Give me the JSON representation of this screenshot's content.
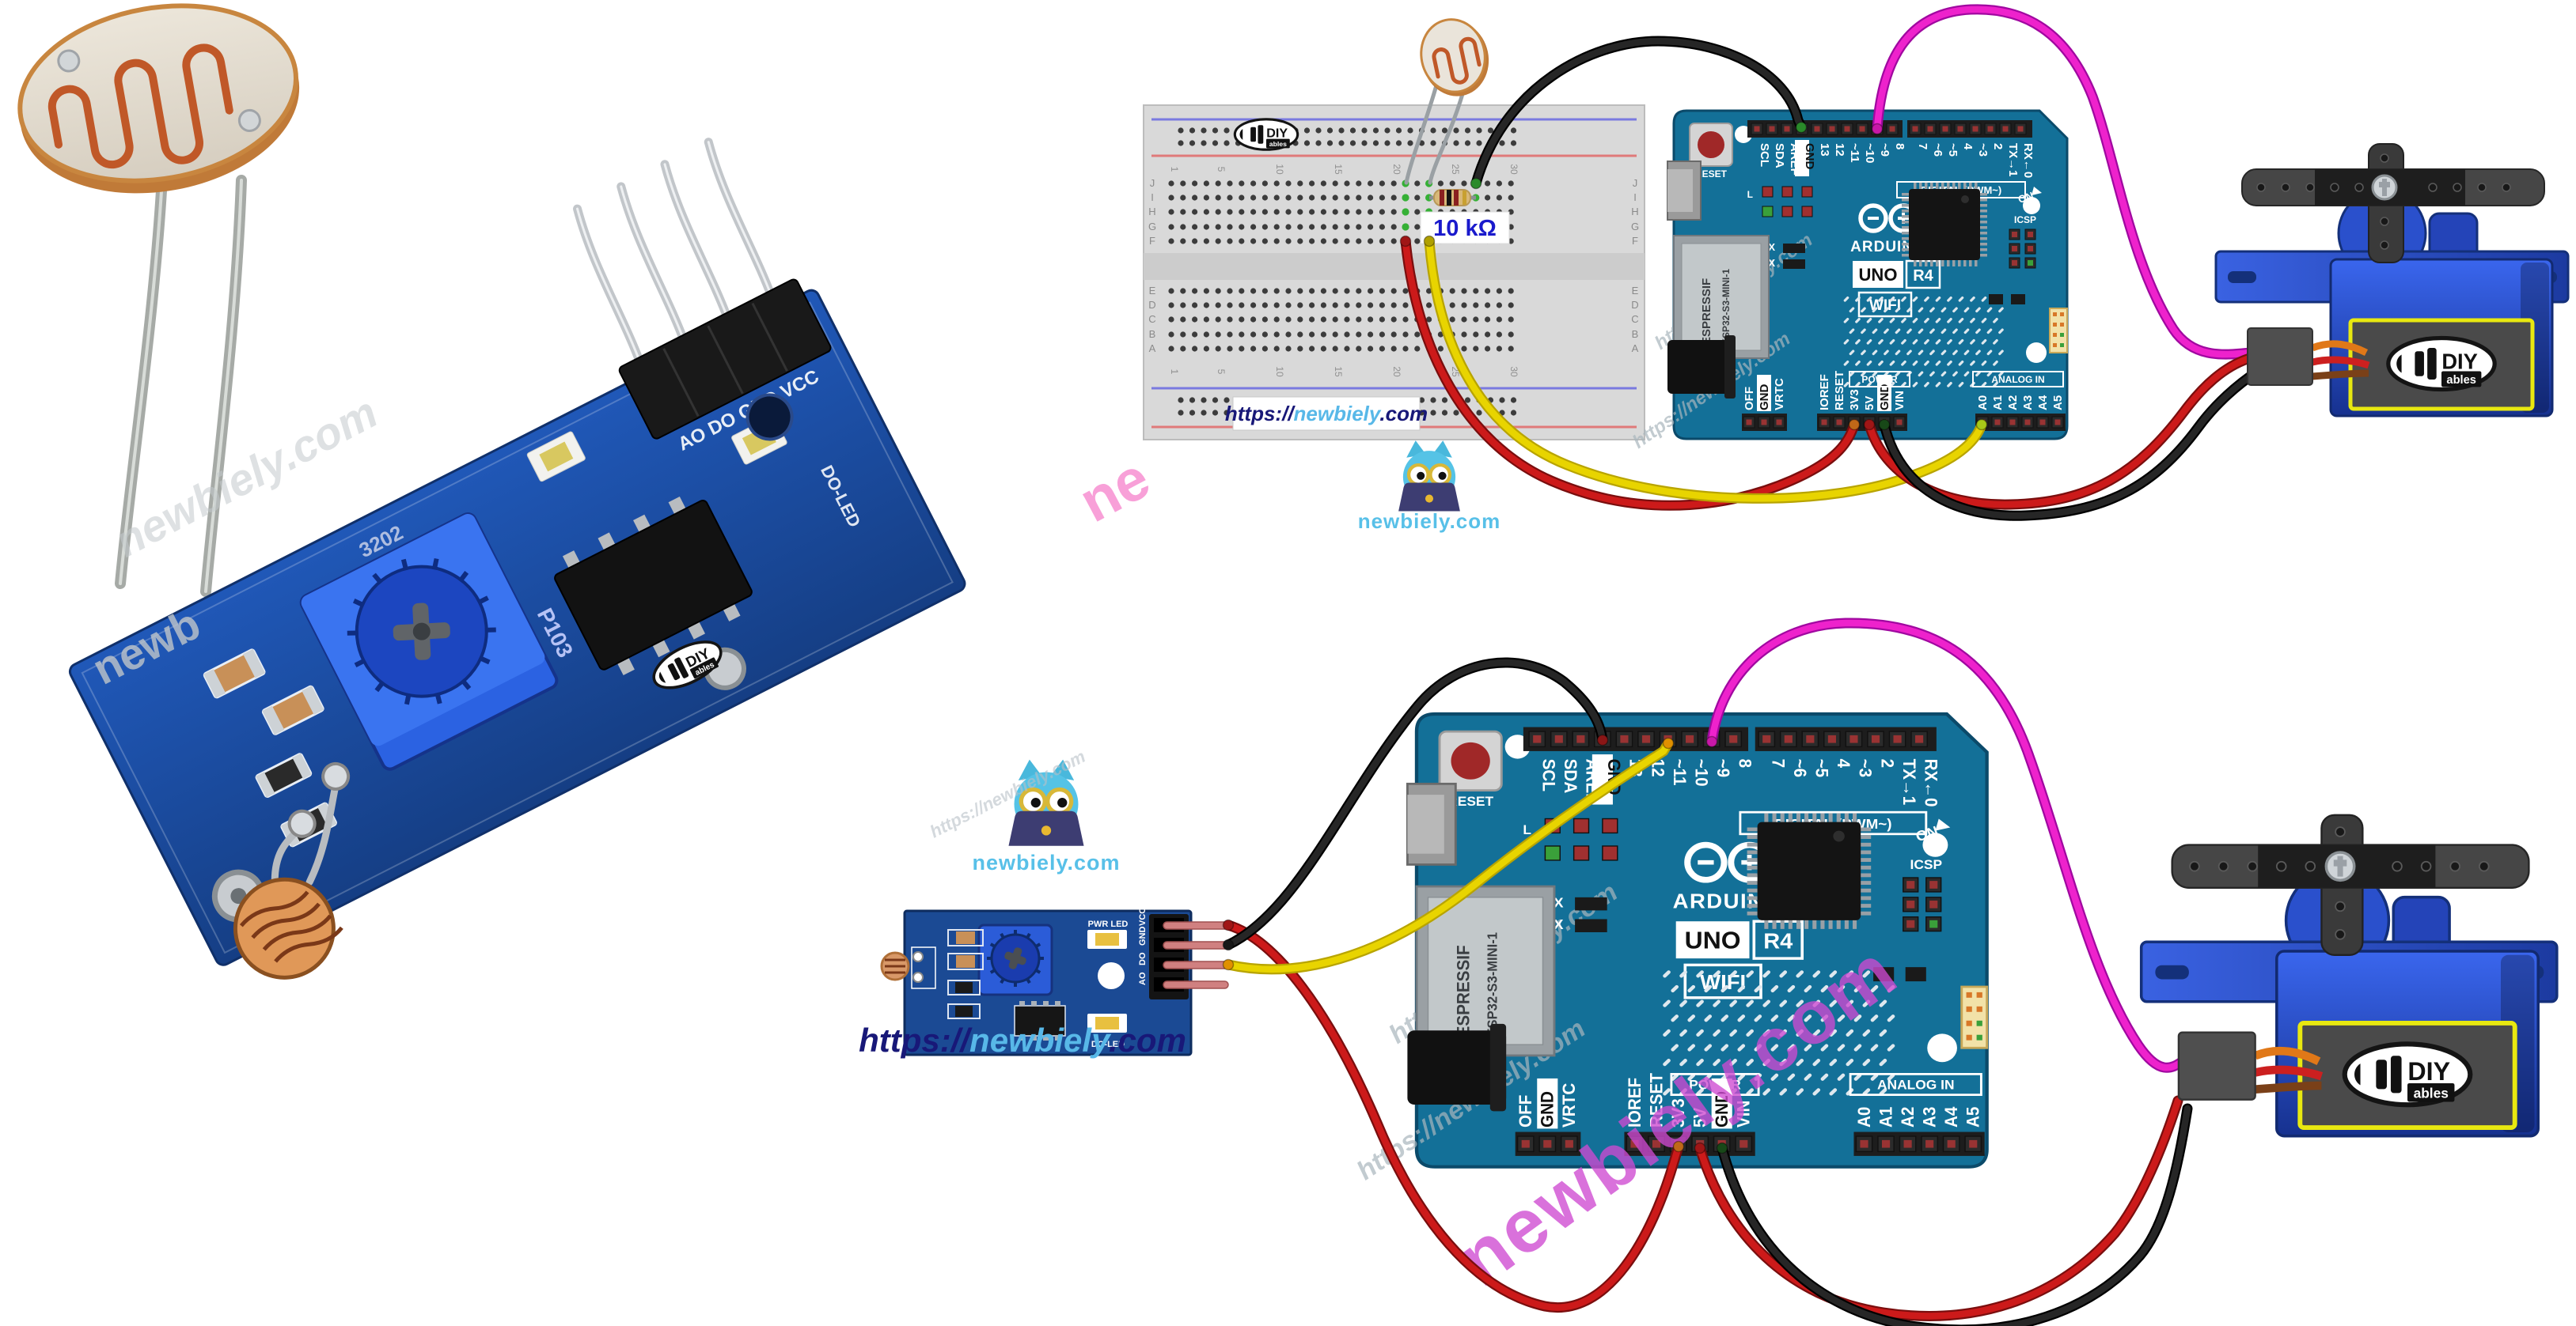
{
  "brand": {
    "name": "newbiely.com",
    "url_scheme": "https://",
    "url_host": "newbiely",
    "url_tld": ".com"
  },
  "watermarks": {
    "url": "https://newbiely.com",
    "brand": "newbiely.com",
    "partial_ne": "ne",
    "partial_newb": "newb"
  },
  "diyables": {
    "main": "DIY",
    "sub": "ables"
  },
  "breadboard": {
    "column_numbers": [
      "1",
      "5",
      "10",
      "15",
      "20",
      "25",
      "30"
    ],
    "rows_top": [
      "J",
      "I",
      "H",
      "G",
      "F"
    ],
    "rows_bottom": [
      "E",
      "D",
      "C",
      "B",
      "A"
    ],
    "resistor_label": "10 kΩ"
  },
  "arduino": {
    "maker": "ARDUINO",
    "model": "UNO",
    "revision": "R4",
    "wireless": "WIFI",
    "reset_label": "RESET",
    "digital_header": "DIGITAL (PWM~)",
    "power_header": "POWER",
    "analog_header": "ANALOG IN",
    "icsp_label": "ICSP",
    "on_label": "ON",
    "led_label": "L",
    "tx_label": "TX",
    "rx_label": "RX",
    "esp_vendor": "ESPRESSIF",
    "esp_part": "ESP32-S3-MINI-1",
    "top_pins": [
      "SCL",
      "SDA",
      "AREF",
      "GND",
      "13",
      "12",
      "~11",
      "~10",
      "~9",
      "8",
      "7",
      "~6",
      "~5",
      "4",
      "~3",
      "2",
      "TX→1",
      "RX←0"
    ],
    "bottom_pins_left": [
      "OFF",
      "GND",
      "VRTC"
    ],
    "bottom_pins_mid": [
      "IOREF",
      "RESET",
      "3V3",
      "5V",
      "GND",
      "VIN"
    ],
    "bottom_pins_right": [
      "A0",
      "A1",
      "A2",
      "A3",
      "A4",
      "A5"
    ]
  },
  "sensor_module": {
    "pin_labels": [
      "VCC",
      "GND",
      "DO",
      "AO"
    ],
    "pwr_led_label": "PWR LED",
    "do_led_label": "DO-LED",
    "photo_silk": "AO DO GND VCC",
    "pot_top": "3202",
    "pot_side": "P103"
  },
  "colors": {
    "board_blue": "#137098",
    "pcb_navy": "#1b4a94",
    "servo_blue": "#2b50d2",
    "wire_red": "#cc1a1a",
    "wire_black": "#262626",
    "wire_yellow": "#e8d400",
    "wire_magenta": "#ee22cc",
    "brand_cyan": "#58c0e8",
    "url_navy": "#181878",
    "watermark_purple": "#cf4ad2",
    "label_blue": "#1a1acc"
  }
}
